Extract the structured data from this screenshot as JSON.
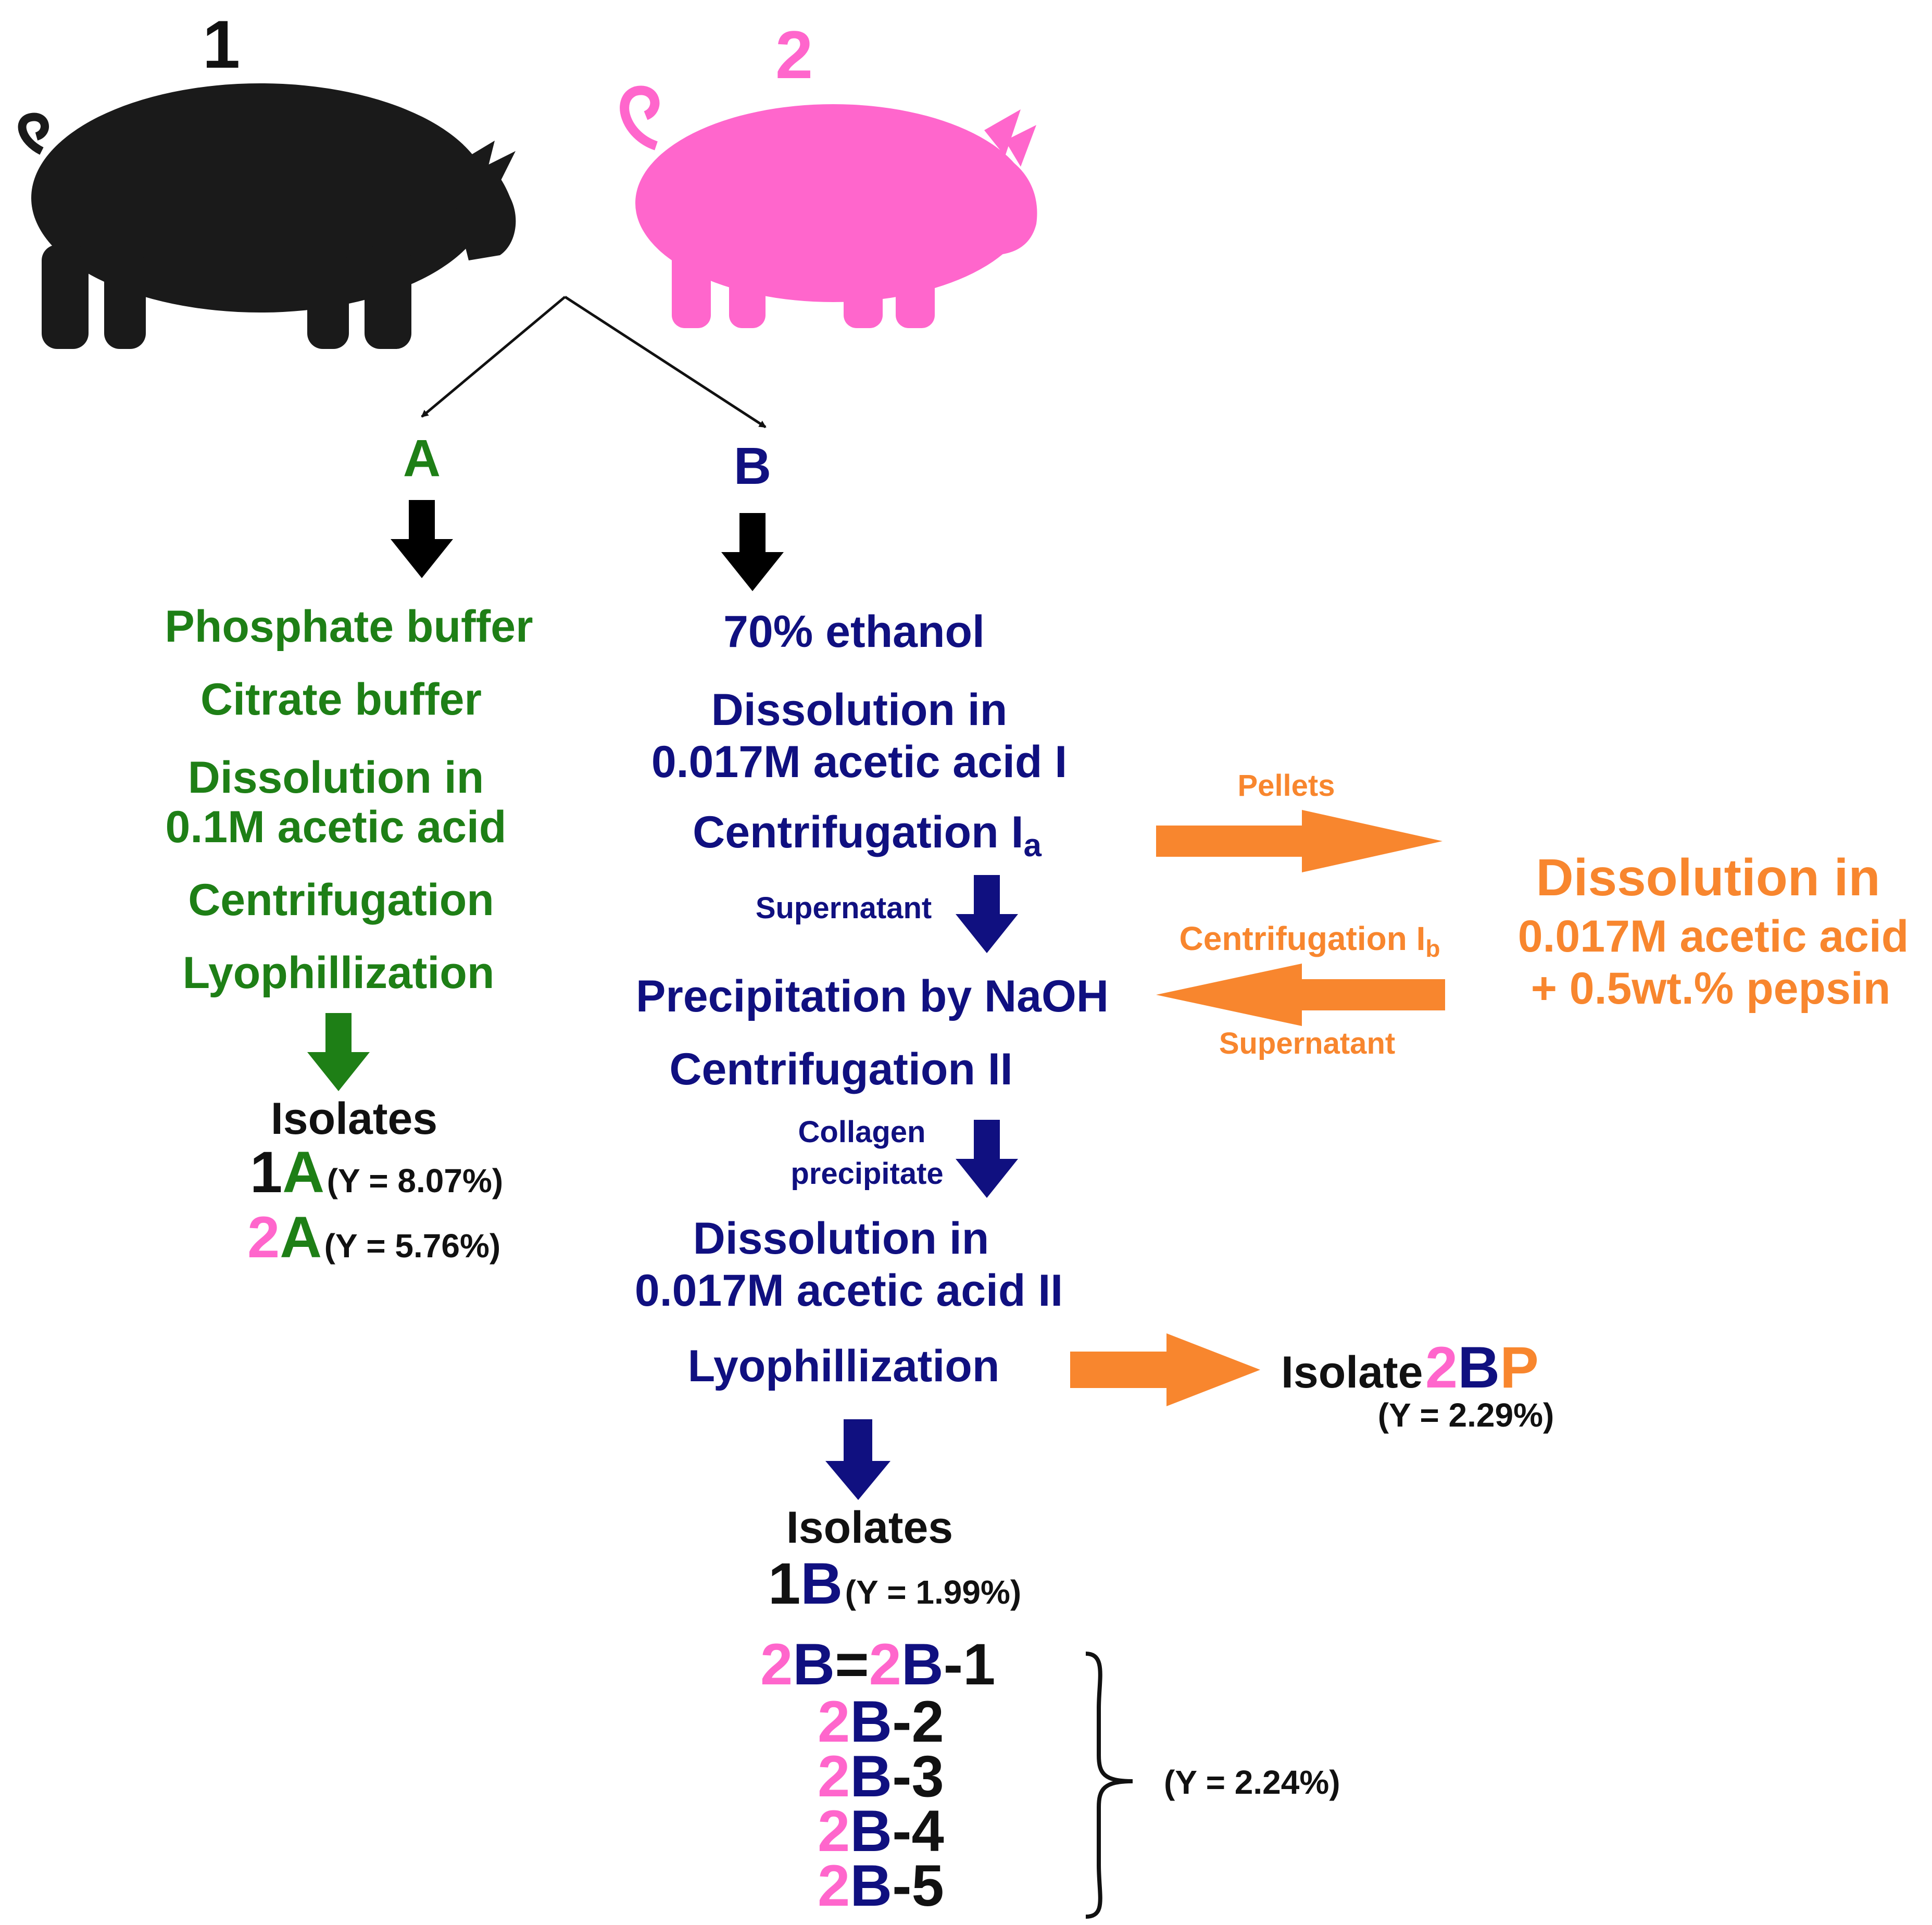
{
  "pigs": {
    "pig1": {
      "label": "1",
      "color": "#1a1a1a"
    },
    "pig2": {
      "label": "2",
      "color": "#ff66cc"
    }
  },
  "branches": {
    "a": "A",
    "b": "B"
  },
  "colors": {
    "green": "#1e7f16",
    "navy": "#101080",
    "orange": "#f8862e",
    "pink": "#ff66cc",
    "black": "#111111"
  },
  "route_a": {
    "steps": [
      "Phosphate buffer",
      "Citrate buffer",
      "Dissolution in",
      "0.1M acetic acid",
      "Centrifugation",
      "Lyophillization"
    ],
    "isolates_title": "Isolates",
    "iso1": {
      "num": "1",
      "letter": "A",
      "yield": "(Y = 8.07%)"
    },
    "iso2": {
      "num": "2",
      "letter": "A",
      "yield": "(Y = 5.76%)"
    }
  },
  "route_b": {
    "step_ethanol": "70% ethanol",
    "step_dissolve1_a": "Dissolution in",
    "step_dissolve1_b": "0.017M acetic acid I",
    "step_centrifugation_i": "Centrifugation I",
    "step_centrifugation_i_sub": "a",
    "supernatant": "Supernatant",
    "step_precipitation": "Precipitation by NaOH",
    "step_centrifugation_ii": "Centrifugation II",
    "collagen_1": "Collagen",
    "collagen_2": "precipitate",
    "step_dissolve2_a": "Dissolution in",
    "step_dissolve2_b": "0.017M acetic acid II",
    "step_lyo": "Lyophillization",
    "isolates_title": "Isolates",
    "iso1b": {
      "num": "1",
      "letter": "B",
      "yield": "(Y = 1.99%)"
    },
    "iso2b_list": [
      {
        "num": "2",
        "letter": "B",
        "eq": "=",
        "num2": "2",
        "letter2": "B",
        "suffix": "-1"
      },
      {
        "num": "2",
        "letter": "B",
        "suffix": "-2"
      },
      {
        "num": "2",
        "letter": "B",
        "suffix": "-3"
      },
      {
        "num": "2",
        "letter": "B",
        "suffix": "-4"
      },
      {
        "num": "2",
        "letter": "B",
        "suffix": "-5"
      }
    ],
    "iso2b_yield": "(Y = 2.24%)"
  },
  "pepsin": {
    "pellets": "Pellets",
    "title": "Dissolution in",
    "line2": "0.017M acetic acid",
    "line3": "+ 0.5wt.% pepsin",
    "centrifugation": "Centrifugation I",
    "centrifugation_sub": "b",
    "supernatant": "Supernatant",
    "isolate_label": "Isolate",
    "isolate_num": "2",
    "isolate_b": "B",
    "isolate_p": "P",
    "isolate_yield": "(Y = 2.29%)"
  }
}
